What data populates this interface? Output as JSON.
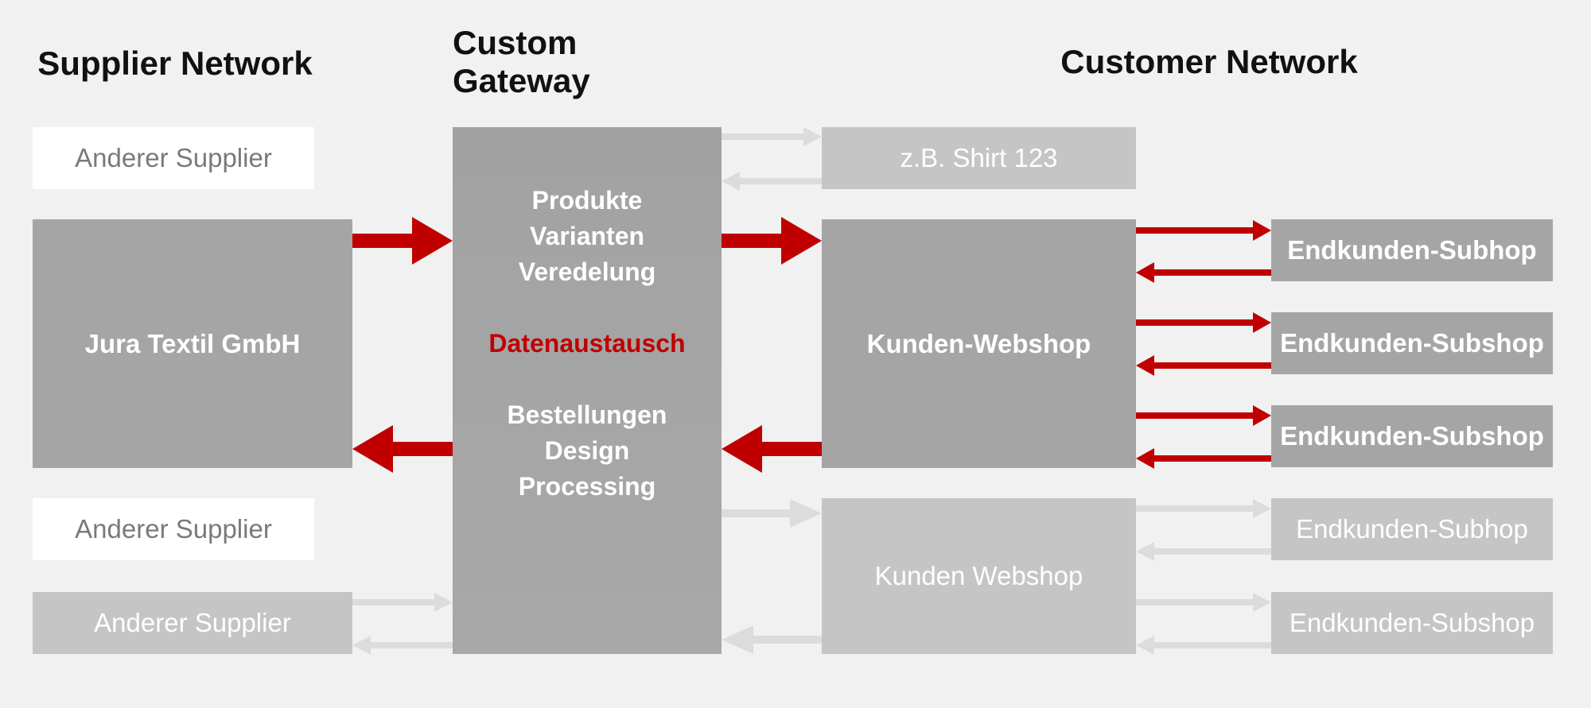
{
  "headings": {
    "supplier_network": "Supplier Network",
    "custom_gateway": "Custom Gateway",
    "customer_network": "Customer Network"
  },
  "suppliers": {
    "top": "Anderer Supplier",
    "main": "Jura Textil GmbH",
    "middle": "Anderer Supplier",
    "bottom": "Anderer Supplier"
  },
  "gateway": {
    "line1": "Produkte",
    "line2": "Varianten",
    "line3": "Veredelung",
    "center": "Datenaustausch",
    "line4": "Bestellungen",
    "line5": "Design",
    "line6": "Processing"
  },
  "customers": {
    "shirt": "z.B. Shirt 123",
    "main_webshop": "Kunden-Webshop",
    "other_webshop": "Kunden Webshop"
  },
  "subshops": [
    "Endkunden-Subhop",
    "Endkunden-Subshop",
    "Endkunden-Subshop",
    "Endkunden-Subhop",
    "Endkunden-Subshop"
  ],
  "colors": {
    "accent": "#c00000",
    "dark_box": "#a5a5a5",
    "light_box": "#c5c5c5",
    "faded_arrow": "#dcdcdc",
    "background": "#f1f1f1"
  }
}
